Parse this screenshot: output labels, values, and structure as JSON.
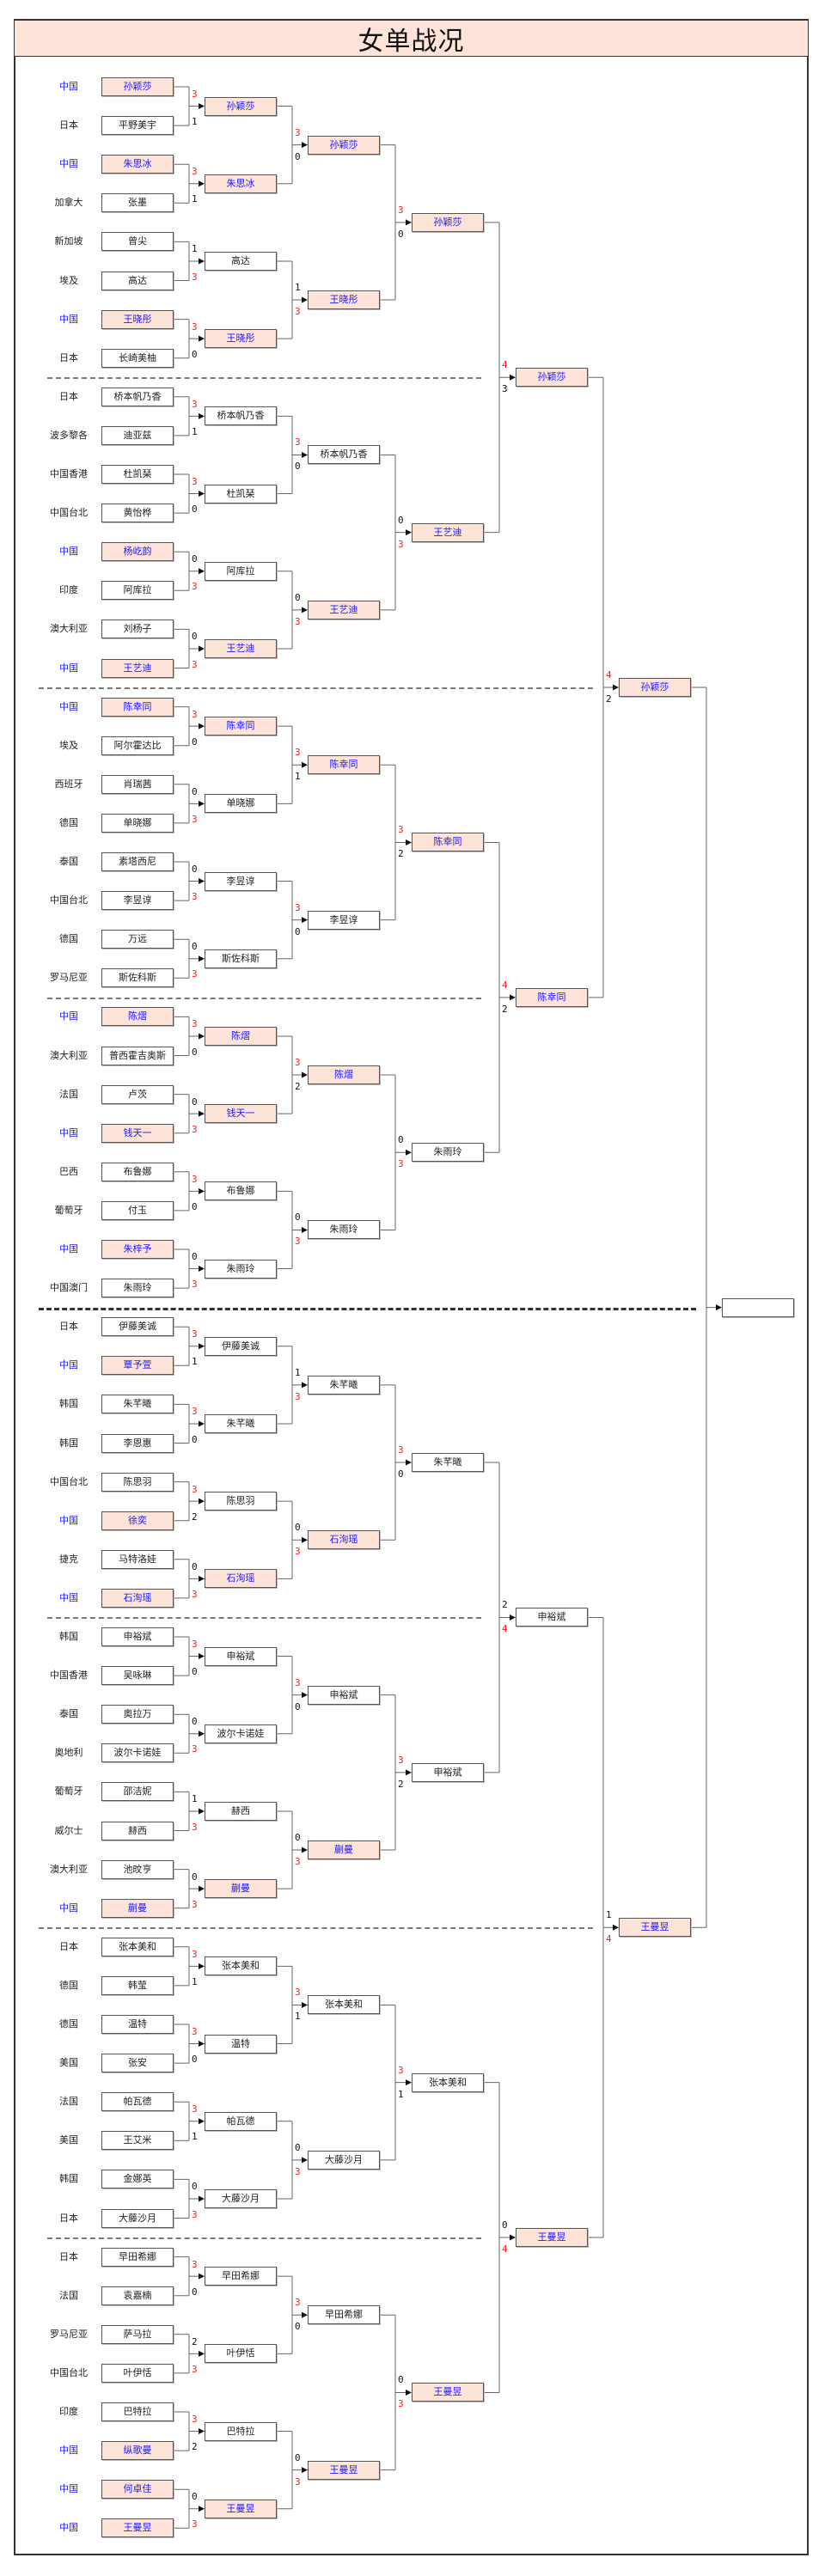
{
  "title": "女单战况",
  "highlight_country": "中国",
  "colors": {
    "chinese_player_bg": "#fde3d8",
    "chinese_text": "#1a1aff",
    "winner_score": "#ff1a1a",
    "loser_score": "#111111"
  },
  "round1": [
    {
      "country": "中国",
      "player": "孙颖莎"
    },
    {
      "country": "日本",
      "player": "平野美宇"
    },
    {
      "country": "中国",
      "player": "朱思冰"
    },
    {
      "country": "加拿大",
      "player": "张墨"
    },
    {
      "country": "新加坡",
      "player": "曾尖"
    },
    {
      "country": "埃及",
      "player": "高达"
    },
    {
      "country": "中国",
      "player": "王晓彤"
    },
    {
      "country": "日本",
      "player": "长崎美柚"
    },
    {
      "country": "日本",
      "player": "桥本帆乃香"
    },
    {
      "country": "波多黎各",
      "player": "迪亚兹"
    },
    {
      "country": "中国香港",
      "player": "杜凯琹"
    },
    {
      "country": "中国台北",
      "player": "黄怡桦"
    },
    {
      "country": "中国",
      "player": "杨屹韵"
    },
    {
      "country": "印度",
      "player": "阿库拉"
    },
    {
      "country": "澳大利亚",
      "player": "刘杨子"
    },
    {
      "country": "中国",
      "player": "王艺迪"
    },
    {
      "country": "中国",
      "player": "陈幸同"
    },
    {
      "country": "埃及",
      "player": "阿尔霍达比"
    },
    {
      "country": "西班牙",
      "player": "肖瑞茜"
    },
    {
      "country": "德国",
      "player": "单晓娜"
    },
    {
      "country": "泰国",
      "player": "素塔西尼"
    },
    {
      "country": "中国台北",
      "player": "李昱谆"
    },
    {
      "country": "德国",
      "player": "万远"
    },
    {
      "country": "罗马尼亚",
      "player": "斯佐科斯"
    },
    {
      "country": "中国",
      "player": "陈熠"
    },
    {
      "country": "澳大利亚",
      "player": "普西霍吉奥斯"
    },
    {
      "country": "法国",
      "player": "卢茨"
    },
    {
      "country": "中国",
      "player": "钱天一"
    },
    {
      "country": "巴西",
      "player": "布鲁娜"
    },
    {
      "country": "葡萄牙",
      "player": "付玉"
    },
    {
      "country": "中国",
      "player": "朱梓予"
    },
    {
      "country": "中国澳门",
      "player": "朱雨玲"
    },
    {
      "country": "日本",
      "player": "伊藤美诚"
    },
    {
      "country": "中国",
      "player": "覃予萱"
    },
    {
      "country": "韩国",
      "player": "朱芊曦"
    },
    {
      "country": "韩国",
      "player": "李恩惠"
    },
    {
      "country": "中国台北",
      "player": "陈思羽"
    },
    {
      "country": "中国",
      "player": "徐奕"
    },
    {
      "country": "捷克",
      "player": "马特洛娃"
    },
    {
      "country": "中国",
      "player": "石洵瑶"
    },
    {
      "country": "韩国",
      "player": "申裕斌"
    },
    {
      "country": "中国香港",
      "player": "吴咏琳"
    },
    {
      "country": "泰国",
      "player": "奥拉万"
    },
    {
      "country": "奥地利",
      "player": "波尔卡诺娃"
    },
    {
      "country": "葡萄牙",
      "player": "邵洁妮"
    },
    {
      "country": "威尔士",
      "player": "赫西"
    },
    {
      "country": "澳大利亚",
      "player": "池旼亨"
    },
    {
      "country": "中国",
      "player": "蒯曼"
    },
    {
      "country": "日本",
      "player": "张本美和"
    },
    {
      "country": "德国",
      "player": "韩莹"
    },
    {
      "country": "德国",
      "player": "温特"
    },
    {
      "country": "美国",
      "player": "张安"
    },
    {
      "country": "法国",
      "player": "帕瓦德"
    },
    {
      "country": "美国",
      "player": "王艾米"
    },
    {
      "country": "韩国",
      "player": "金娜英"
    },
    {
      "country": "日本",
      "player": "大藤沙月"
    },
    {
      "country": "日本",
      "player": "早田希娜"
    },
    {
      "country": "法国",
      "player": "袁嘉楠"
    },
    {
      "country": "罗马尼亚",
      "player": "萨马拉"
    },
    {
      "country": "中国台北",
      "player": "叶伊恬"
    },
    {
      "country": "印度",
      "player": "巴特拉"
    },
    {
      "country": "中国",
      "player": "纵歌曼"
    },
    {
      "country": "中国",
      "player": "何卓佳"
    },
    {
      "country": "中国",
      "player": "王曼昱"
    }
  ],
  "rounds": [
    {
      "winners": [
        {
          "player": "孙颖莎",
          "cn": true
        },
        {
          "player": "朱思冰",
          "cn": true
        },
        {
          "player": "高达",
          "cn": false
        },
        {
          "player": "王晓彤",
          "cn": true
        },
        {
          "player": "桥本帆乃香",
          "cn": false
        },
        {
          "player": "杜凯琹",
          "cn": false
        },
        {
          "player": "阿库拉",
          "cn": false
        },
        {
          "player": "王艺迪",
          "cn": true
        },
        {
          "player": "陈幸同",
          "cn": true
        },
        {
          "player": "单晓娜",
          "cn": false
        },
        {
          "player": "李昱谆",
          "cn": false
        },
        {
          "player": "斯佐科斯",
          "cn": false
        },
        {
          "player": "陈熠",
          "cn": true
        },
        {
          "player": "钱天一",
          "cn": true
        },
        {
          "player": "布鲁娜",
          "cn": false
        },
        {
          "player": "朱雨玲",
          "cn": false
        },
        {
          "player": "伊藤美诚",
          "cn": false
        },
        {
          "player": "朱芊曦",
          "cn": false
        },
        {
          "player": "陈思羽",
          "cn": false
        },
        {
          "player": "石洵瑶",
          "cn": true
        },
        {
          "player": "申裕斌",
          "cn": false
        },
        {
          "player": "波尔卡诺娃",
          "cn": false
        },
        {
          "player": "赫西",
          "cn": false
        },
        {
          "player": "蒯曼",
          "cn": true
        },
        {
          "player": "张本美和",
          "cn": false
        },
        {
          "player": "温特",
          "cn": false
        },
        {
          "player": "帕瓦德",
          "cn": false
        },
        {
          "player": "大藤沙月",
          "cn": false
        },
        {
          "player": "早田希娜",
          "cn": false
        },
        {
          "player": "叶伊恬",
          "cn": false
        },
        {
          "player": "巴特拉",
          "cn": false
        },
        {
          "player": "王曼昱",
          "cn": true
        }
      ],
      "scores": [
        [
          3,
          1
        ],
        [
          3,
          1
        ],
        [
          1,
          3
        ],
        [
          3,
          0
        ],
        [
          3,
          1
        ],
        [
          3,
          0
        ],
        [
          0,
          3
        ],
        [
          0,
          3
        ],
        [
          3,
          0
        ],
        [
          0,
          3
        ],
        [
          0,
          3
        ],
        [
          0,
          3
        ],
        [
          3,
          0
        ],
        [
          0,
          3
        ],
        [
          3,
          0
        ],
        [
          0,
          3
        ],
        [
          3,
          1
        ],
        [
          3,
          0
        ],
        [
          3,
          2
        ],
        [
          0,
          3
        ],
        [
          3,
          0
        ],
        [
          0,
          3
        ],
        [
          1,
          3
        ],
        [
          0,
          3
        ],
        [
          3,
          1
        ],
        [
          3,
          0
        ],
        [
          3,
          1
        ],
        [
          0,
          3
        ],
        [
          3,
          0
        ],
        [
          2,
          3
        ],
        [
          3,
          2
        ],
        [
          0,
          3
        ]
      ]
    },
    {
      "winners": [
        {
          "player": "孙颖莎",
          "cn": true
        },
        {
          "player": "王晓彤",
          "cn": true
        },
        {
          "player": "桥本帆乃香",
          "cn": false
        },
        {
          "player": "王艺迪",
          "cn": true
        },
        {
          "player": "陈幸同",
          "cn": true
        },
        {
          "player": "李昱谆",
          "cn": false
        },
        {
          "player": "陈熠",
          "cn": true
        },
        {
          "player": "朱雨玲",
          "cn": false
        },
        {
          "player": "朱芊曦",
          "cn": false
        },
        {
          "player": "石洵瑶",
          "cn": true
        },
        {
          "player": "申裕斌",
          "cn": false
        },
        {
          "player": "蒯曼",
          "cn": true
        },
        {
          "player": "张本美和",
          "cn": false
        },
        {
          "player": "大藤沙月",
          "cn": false
        },
        {
          "player": "早田希娜",
          "cn": false
        },
        {
          "player": "王曼昱",
          "cn": true
        }
      ],
      "scores": [
        [
          3,
          0
        ],
        [
          1,
          3
        ],
        [
          3,
          0
        ],
        [
          0,
          3
        ],
        [
          3,
          1
        ],
        [
          3,
          0
        ],
        [
          3,
          2
        ],
        [
          0,
          3
        ],
        [
          1,
          3
        ],
        [
          0,
          3
        ],
        [
          3,
          0
        ],
        [
          0,
          3
        ],
        [
          3,
          1
        ],
        [
          0,
          3
        ],
        [
          3,
          0
        ],
        [
          0,
          3
        ]
      ]
    },
    {
      "winners": [
        {
          "player": "孙颖莎",
          "cn": true
        },
        {
          "player": "王艺迪",
          "cn": true
        },
        {
          "player": "陈幸同",
          "cn": true
        },
        {
          "player": "朱雨玲",
          "cn": false
        },
        {
          "player": "朱芊曦",
          "cn": false
        },
        {
          "player": "申裕斌",
          "cn": false
        },
        {
          "player": "张本美和",
          "cn": false
        },
        {
          "player": "王曼昱",
          "cn": true
        }
      ],
      "scores": [
        [
          3,
          0
        ],
        [
          0,
          3
        ],
        [
          3,
          2
        ],
        [
          0,
          3
        ],
        [
          3,
          0
        ],
        [
          3,
          2
        ],
        [
          3,
          1
        ],
        [
          0,
          3
        ]
      ]
    },
    {
      "winners": [
        {
          "player": "孙颖莎",
          "cn": true
        },
        {
          "player": "陈幸同",
          "cn": true
        },
        {
          "player": "申裕斌",
          "cn": false
        },
        {
          "player": "王曼昱",
          "cn": true
        }
      ],
      "scores": [
        [
          4,
          3
        ],
        [
          4,
          2
        ],
        [
          2,
          4
        ],
        [
          0,
          4
        ]
      ]
    },
    {
      "winners": [
        {
          "player": "孙颖莎",
          "cn": true
        },
        {
          "player": "王曼昱",
          "cn": true
        }
      ],
      "scores": [
        [
          4,
          2
        ],
        [
          1,
          4
        ]
      ]
    },
    {
      "winners": [
        {
          "player": "",
          "cn": false
        }
      ],
      "scores": []
    }
  ]
}
